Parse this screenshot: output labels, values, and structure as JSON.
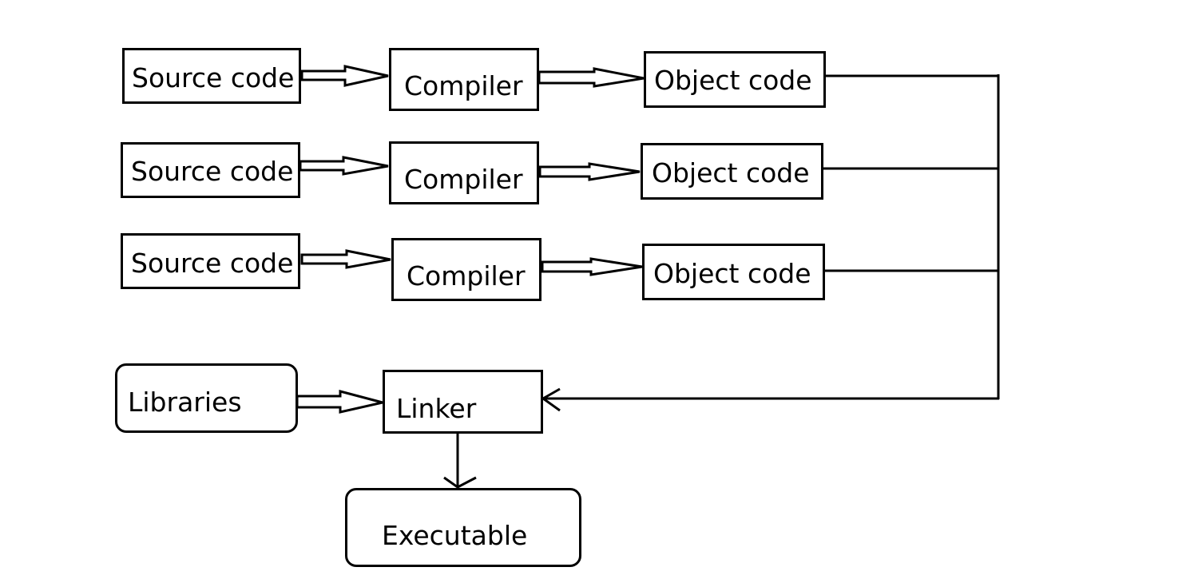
{
  "diagram": {
    "rows": [
      {
        "source": "Source code",
        "compiler": "Compiler",
        "object": "Object code"
      },
      {
        "source": "Source code",
        "compiler": "Compiler",
        "object": "Object code"
      },
      {
        "source": "Source code",
        "compiler": "Compiler",
        "object": "Object code"
      }
    ],
    "libraries": "Libraries",
    "linker": "Linker",
    "executable": "Executable"
  }
}
